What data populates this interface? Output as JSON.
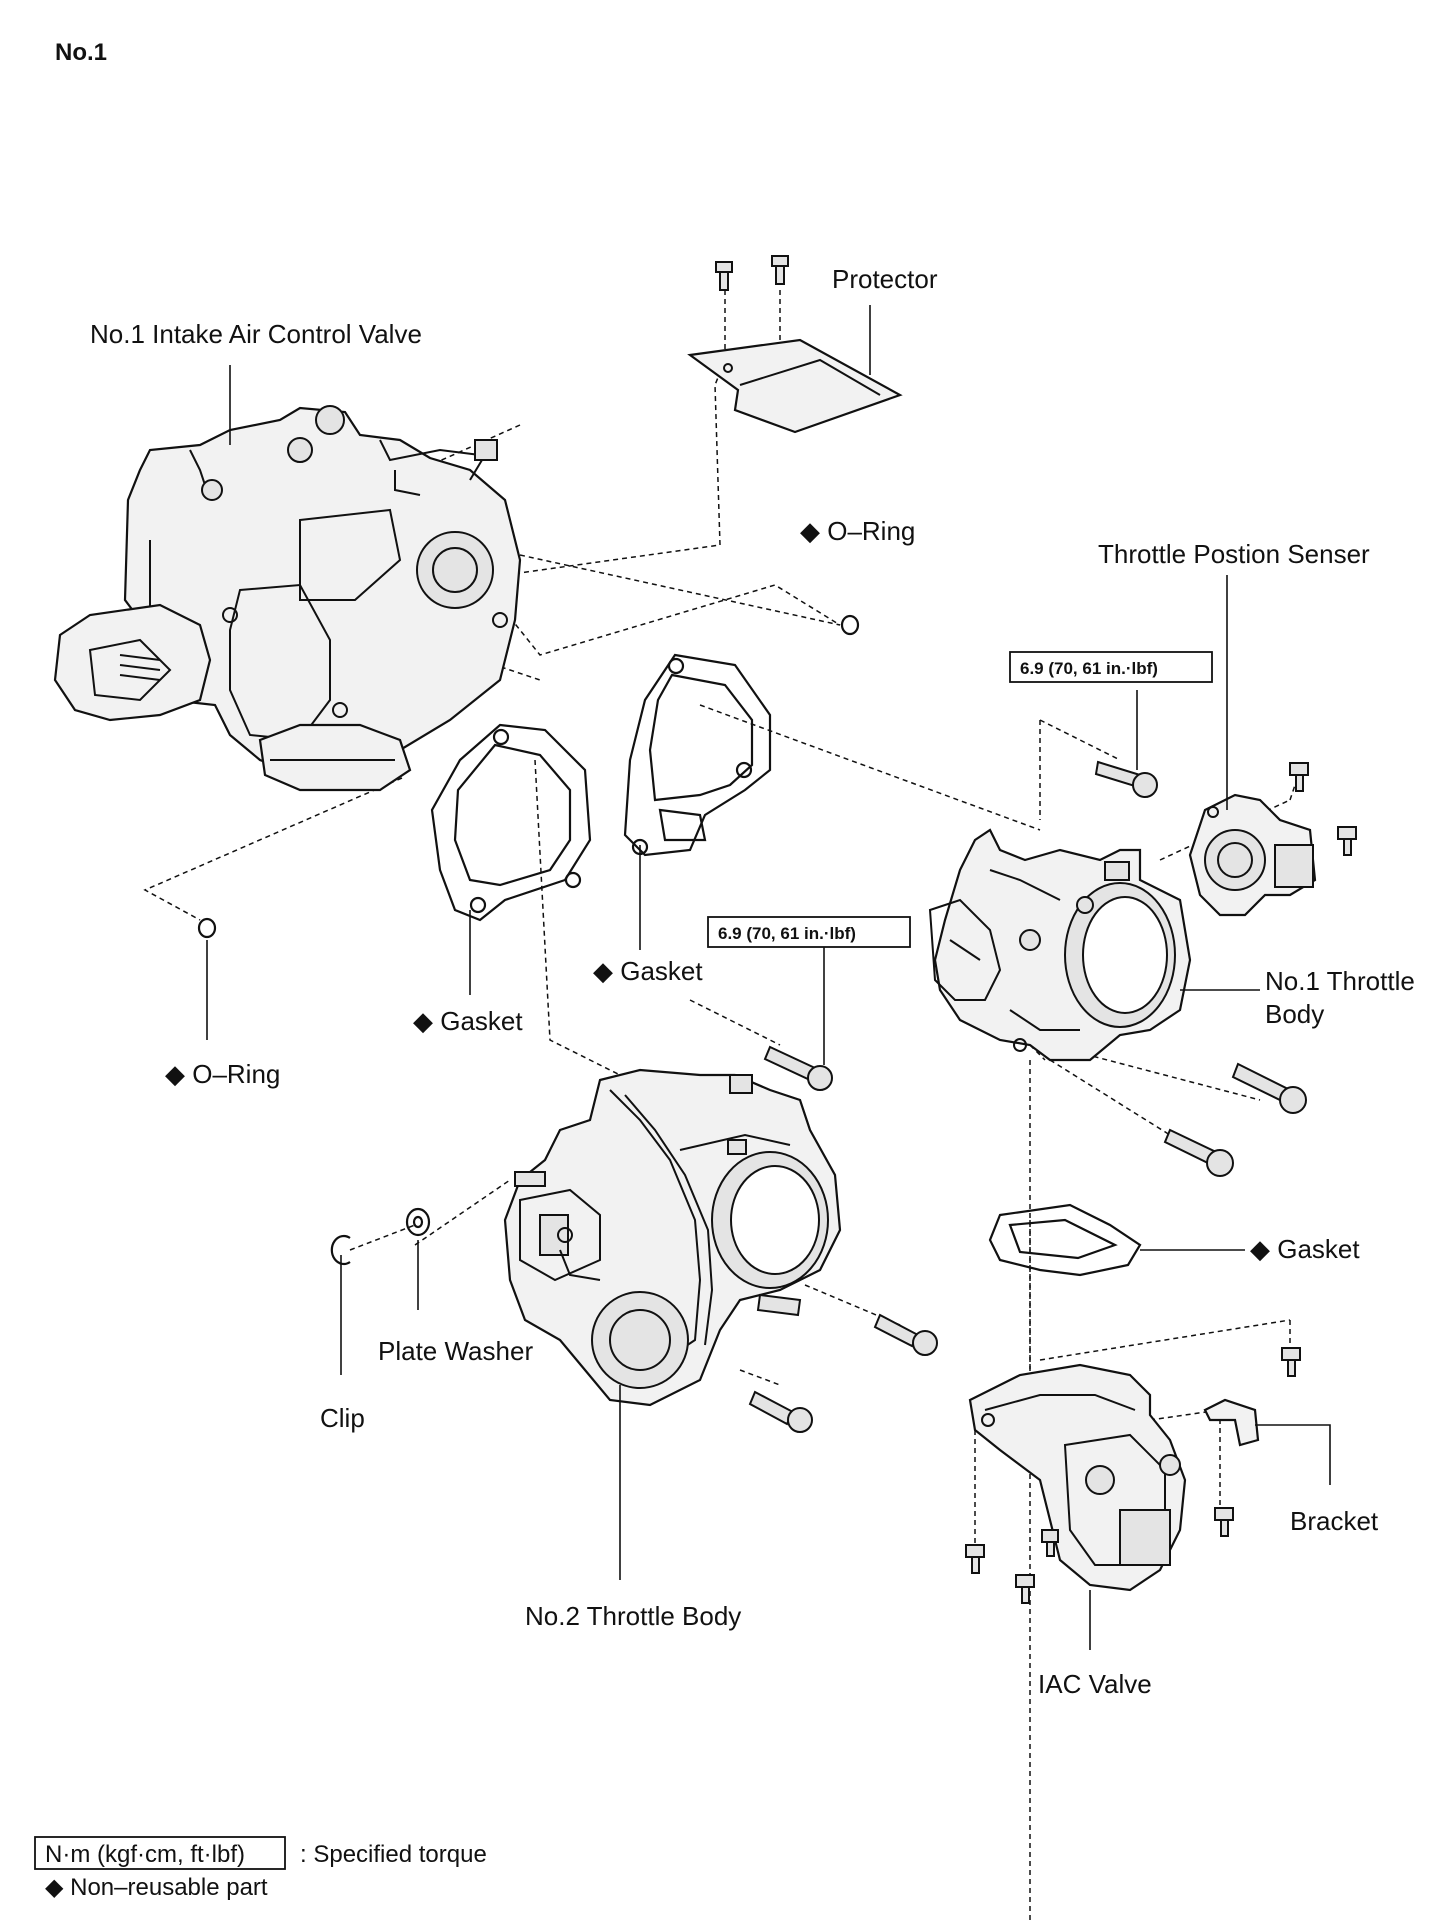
{
  "page_title": "No.1",
  "labels": {
    "protector": "Protector",
    "intake_air_control_valve": "No.1 Intake Air Control Valve",
    "o_ring_top": "◆ O–Ring",
    "throttle_position_sensor": "Throttle Postion Senser",
    "gasket_left": "◆ Gasket",
    "gasket_middle": "◆ Gasket",
    "o_ring_left": "◆ O–Ring",
    "no1_throttle_body_line1": "No.1 Throttle",
    "no1_throttle_body_line2": "Body",
    "gasket_right": "◆ Gasket",
    "plate_washer": "Plate Washer",
    "clip": "Clip",
    "bracket": "Bracket",
    "no2_throttle_body": "No.2 Throttle Body",
    "iac_valve": "IAC Valve"
  },
  "torque": {
    "sensor_bolt": "6.9 (70, 61 in.·lbf)",
    "no2_body_bolt": "6.9 (70, 61 in.·lbf)"
  },
  "legend": {
    "torque_unit": "N·m (kgf·cm, ft·lbf)",
    "torque_desc": ": Specified torque",
    "non_reusable": "◆ Non–reusable part"
  }
}
